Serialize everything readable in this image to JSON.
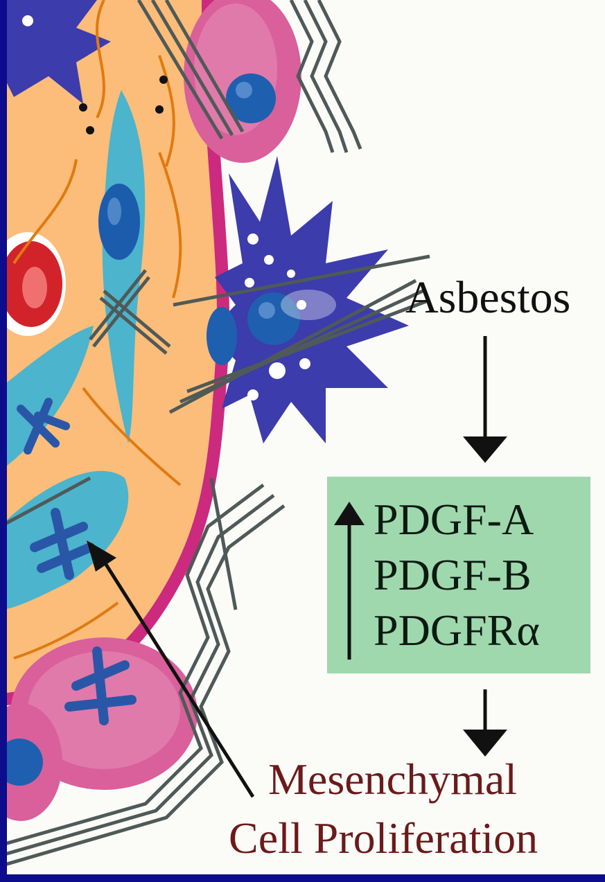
{
  "colors": {
    "frame": "#0c0c8c",
    "tissue": "#fbbd79",
    "cell_membrane": "#d0147c",
    "fibroblast": "#4cb4cc",
    "macrophage": "#3c3cac",
    "nucleus": "#1c5cac",
    "fiber": "#4f5a58",
    "box_fill": "#9fd8ad",
    "result_text": "#6b1a1a"
  },
  "labels": {
    "asbestos": "Asbestos",
    "pdgf_a": "PDGF-A",
    "pdgf_b": "PDGF-B",
    "pdgfr_alpha": "PDGFRα",
    "result_line1": "Mesenchymal",
    "result_line2": "Cell Proliferation"
  },
  "icons": {
    "up_arrow": "up-arrow-icon",
    "down_arrow": "down-arrow-icon",
    "pointer_arrow": "pointer-arrow-icon"
  }
}
